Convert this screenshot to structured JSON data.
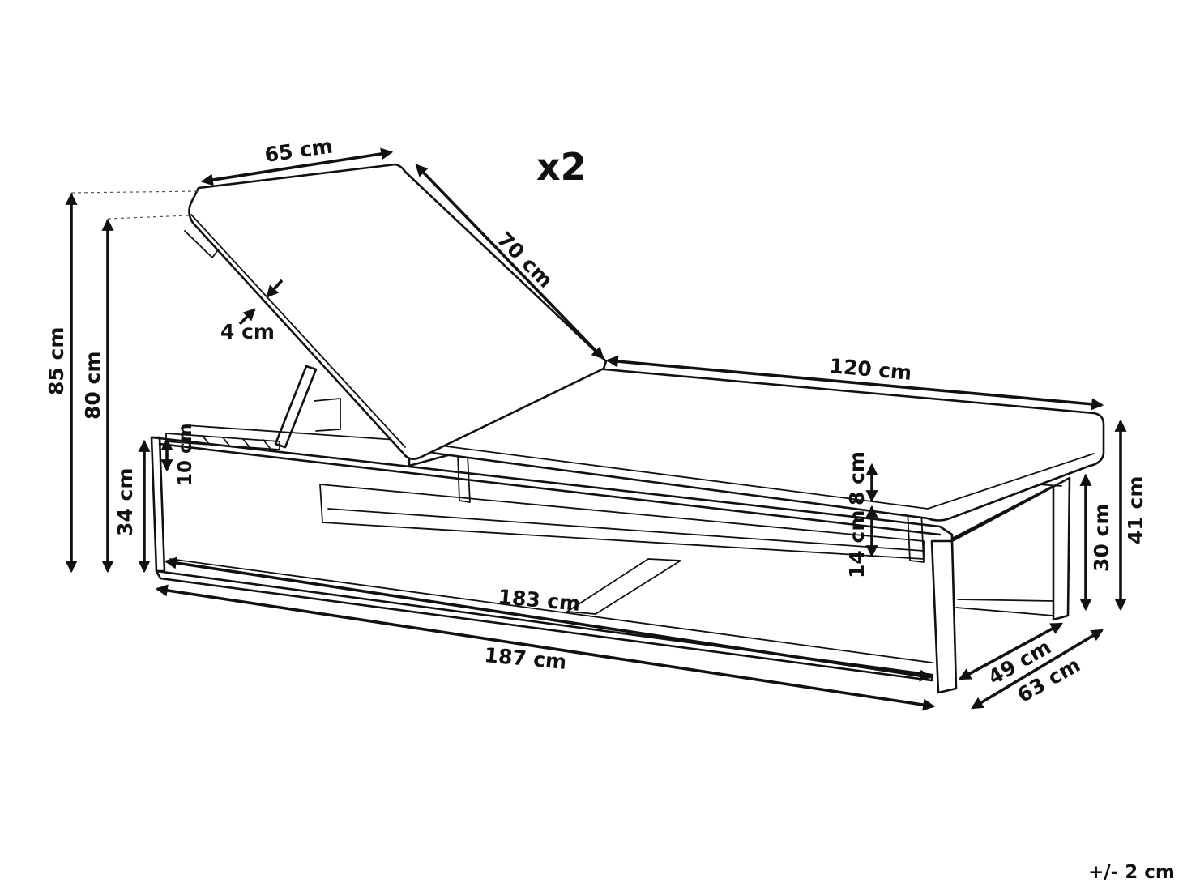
{
  "quantity": "x2",
  "tolerance": "+/- 2 cm",
  "dimensions": {
    "backrest_width": "65 cm",
    "backrest_length": "70 cm",
    "cushion_thickness": "4 cm",
    "seat_length": "120 cm",
    "total_height": "85 cm",
    "backrest_height": "80 cm",
    "seat_height": "34 cm",
    "frame_height": "10 cm",
    "cushion_height": "8 cm",
    "side_rail_height": "14 cm",
    "leg_height": "30 cm",
    "overall_seat_height": "41 cm",
    "inner_length": "183 cm",
    "overall_length": "187 cm",
    "inner_width": "49 cm",
    "overall_width": "63 cm"
  }
}
